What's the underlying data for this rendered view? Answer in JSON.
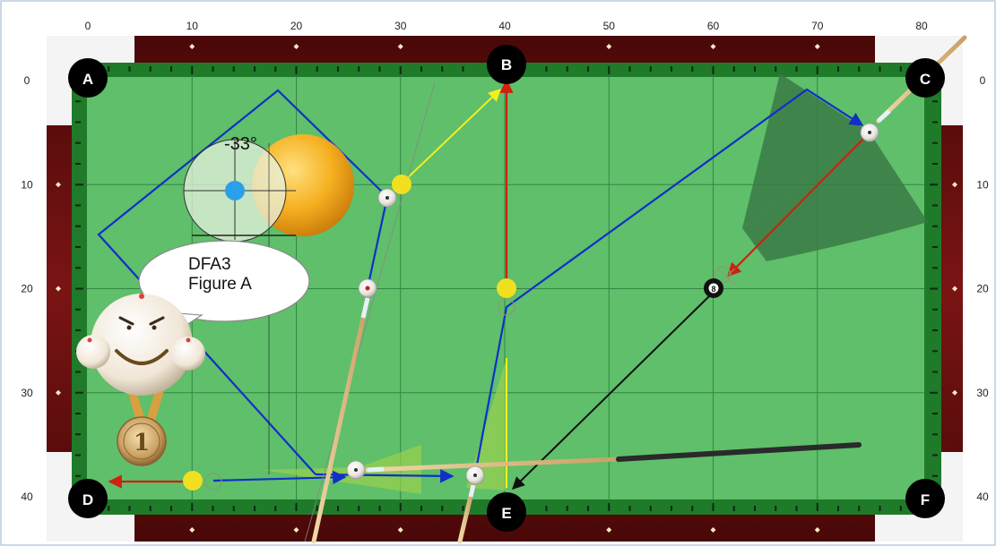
{
  "x_axis_ticks": [
    "0",
    "10",
    "20",
    "30",
    "40",
    "50",
    "60",
    "70",
    "80"
  ],
  "y_axis_ticks": [
    "0",
    "10",
    "20",
    "30",
    "40"
  ],
  "pockets": [
    {
      "id": "A",
      "label": "A"
    },
    {
      "id": "B",
      "label": "B"
    },
    {
      "id": "C",
      "label": "C"
    },
    {
      "id": "D",
      "label": "D"
    },
    {
      "id": "E",
      "label": "E"
    },
    {
      "id": "F",
      "label": "F"
    }
  ],
  "eight_ball_label": "8",
  "aim_angle_text": "-33°",
  "speech_bubble": {
    "line1": "DFA3",
    "line2": "Figure A"
  },
  "medal_number": "1",
  "colors": {
    "felt": "#5fbf6a",
    "rail": "#1f7a2a",
    "cushion_wood": "#6b0d0d",
    "blue_path": "#1030c8",
    "red_path": "#d02010",
    "yellow_path": "#f0f020",
    "black_path": "#101010",
    "target_ball": "#f0e020",
    "cue_ball_marker": "#2aa0e8"
  }
}
